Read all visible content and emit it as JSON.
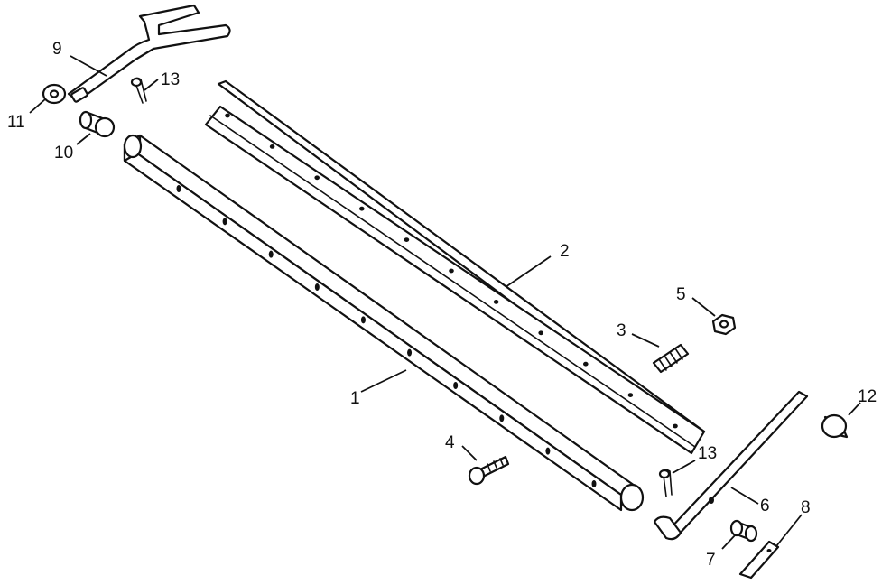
{
  "callouts": {
    "c1": "1",
    "c2": "2",
    "c3": "3",
    "c4": "4",
    "c5": "5",
    "c6": "6",
    "c7": "7",
    "c8": "8",
    "c9": "9",
    "c10": "10",
    "c11": "11",
    "c12": "12",
    "c13a": "13",
    "c13b": "13"
  },
  "colors": {
    "line": "#111111",
    "background": "#ffffff"
  }
}
